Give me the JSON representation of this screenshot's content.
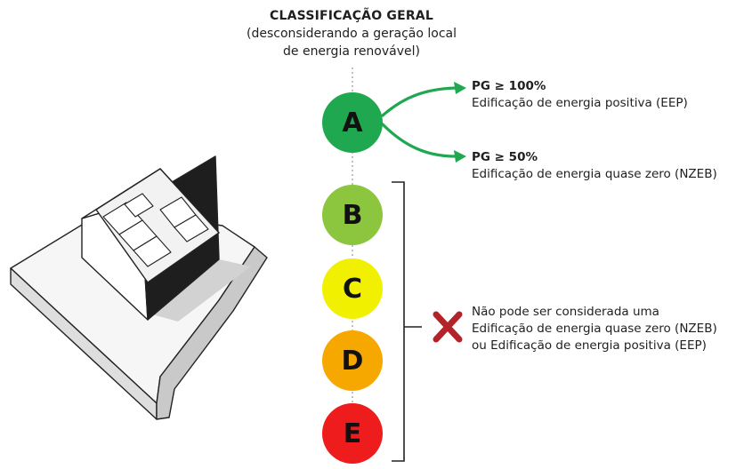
{
  "header": {
    "title": "CLASSIFICAÇÃO GERAL",
    "subtitle_line1": "(desconsiderando a geração local",
    "subtitle_line2": "de energia renovável)"
  },
  "classes": [
    {
      "letter": "A",
      "color": "#1fa84f"
    },
    {
      "letter": "B",
      "color": "#8cc63f"
    },
    {
      "letter": "C",
      "color": "#f1f000"
    },
    {
      "letter": "D",
      "color": "#f7a800"
    },
    {
      "letter": "E",
      "color": "#ee1c1c"
    }
  ],
  "outcomes": [
    {
      "condition": "PG ≥ 100%",
      "label": "Edificação de energia positiva (EEP)"
    },
    {
      "condition": "PG ≥ 50%",
      "label": "Edificação de energia quase zero (NZEB)"
    }
  ],
  "note": {
    "line1": "Não pode ser considerada uma",
    "line2": "Edificação de energia quase zero (NZEB)",
    "line3": "ou Edificação de energia positiva (EEP)"
  },
  "colors": {
    "arrow": "#1fa84f",
    "cross": "#b3232a",
    "outline": "#222222"
  },
  "icons": {
    "house": "house-illustration",
    "cross": "cross-icon"
  }
}
